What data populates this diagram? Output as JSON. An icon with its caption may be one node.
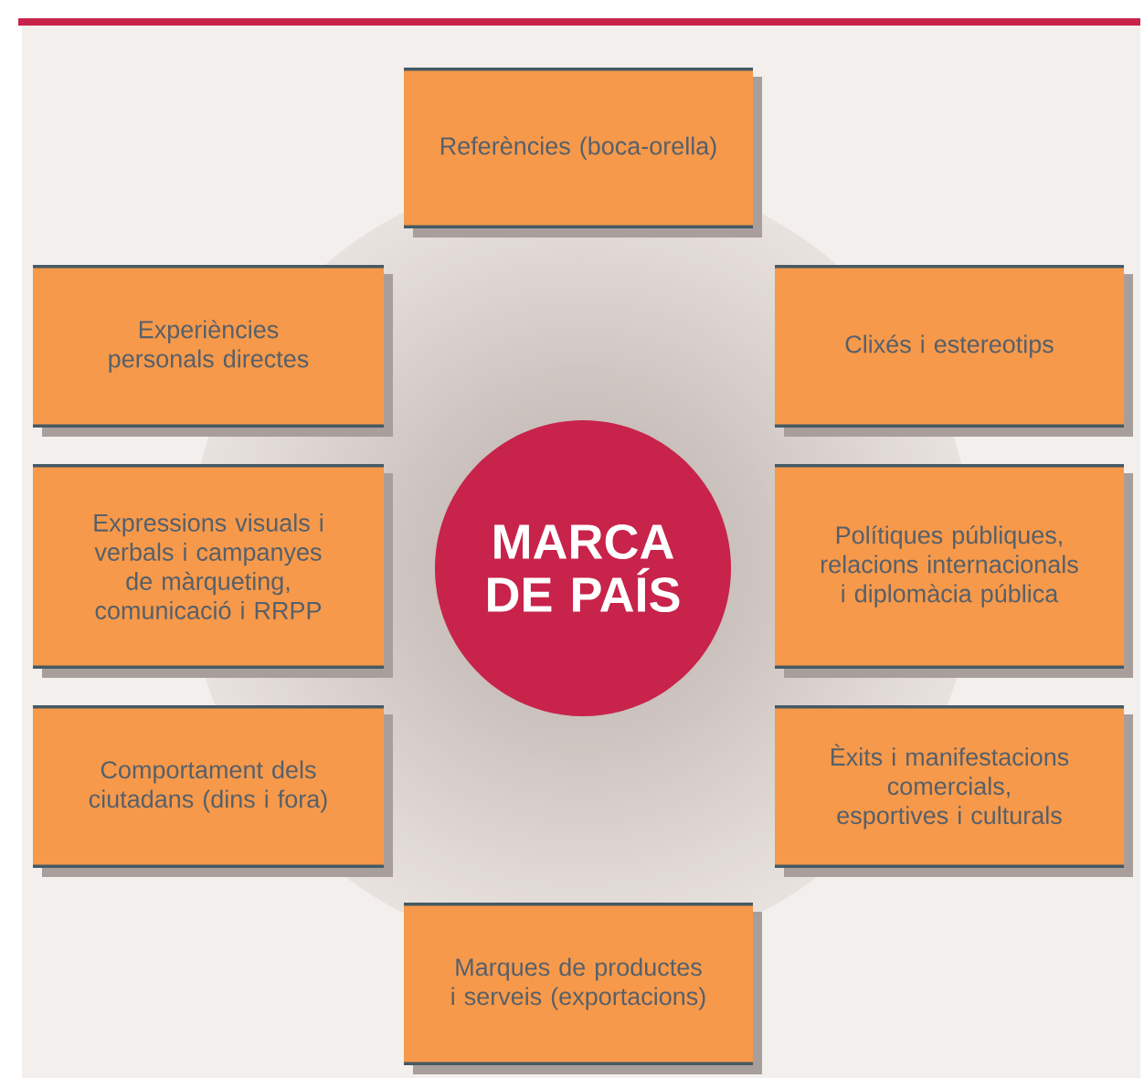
{
  "diagram": {
    "nodes": [
      {
        "text": [
          "MARCA DE PAÍS"
        ]
      },
      {
        "text": [
          "Referències (boca-orella)"
        ]
      },
      {
        "text": [
          "Experiències personals directes"
        ]
      },
      {
        "text": [
          "Clixés i estereotips"
        ]
      },
      {
        "text": [
          "Expressions visuals i verbals i campanyes de màrqueting, comunicació i RRPP"
        ]
      },
      {
        "text": [
          "Polítiques públiques, relacions internacionals i diplomàcia pública"
        ]
      },
      {
        "text": [
          "Comportament dels ciutadans (dins i fora)"
        ]
      },
      {
        "text": [
          "Èxits i manifestacions comercials, esportives i culturals"
        ]
      },
      {
        "text": [
          "Marques de productes i serveis (exportacions)"
        ]
      }
    ]
  }
}
